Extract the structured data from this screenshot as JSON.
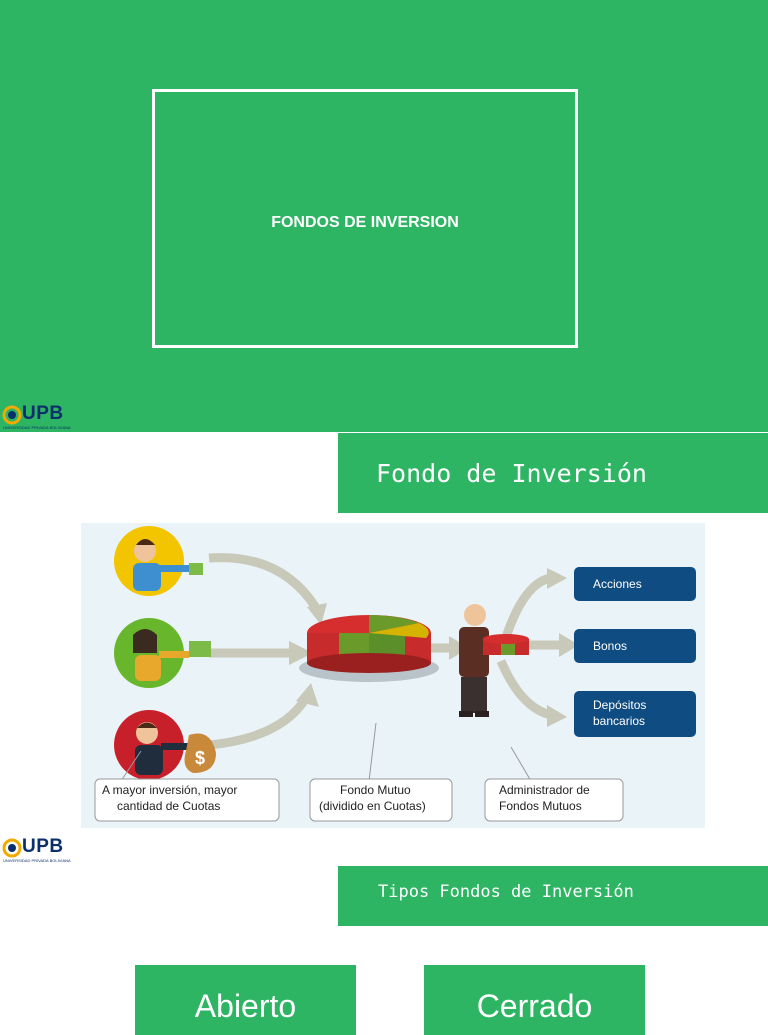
{
  "slide1": {
    "title": "FONDOS DE INVERSION"
  },
  "logo": {
    "name": "UPB",
    "subtitle": "UNIVERSIDAD PRIVADA BOLIVIANA"
  },
  "slide2": {
    "heading": "Fondo de Inversión",
    "diagram": {
      "destinations": [
        "Acciones",
        "Bonos",
        "Depósitos",
        "bancarios"
      ],
      "captions": {
        "investors_1": "A mayor inversión, mayor",
        "investors_2": "cantidad de Cuotas",
        "fund_1": "Fondo Mutuo",
        "fund_2": "(dividido en Cuotas)",
        "admin_1": "Administrador de",
        "admin_2": "Fondos Mutuos"
      },
      "colors": {
        "navy": "#0f4c81",
        "arrow": "#c9c9ba",
        "pie_red": "#c72b2b",
        "pie_green": "#6a9a2a",
        "pie_yellow": "#d4b400"
      }
    }
  },
  "slide3": {
    "heading": "Tipos Fondos de Inversión",
    "types": [
      "Abierto",
      "Cerrado"
    ]
  }
}
